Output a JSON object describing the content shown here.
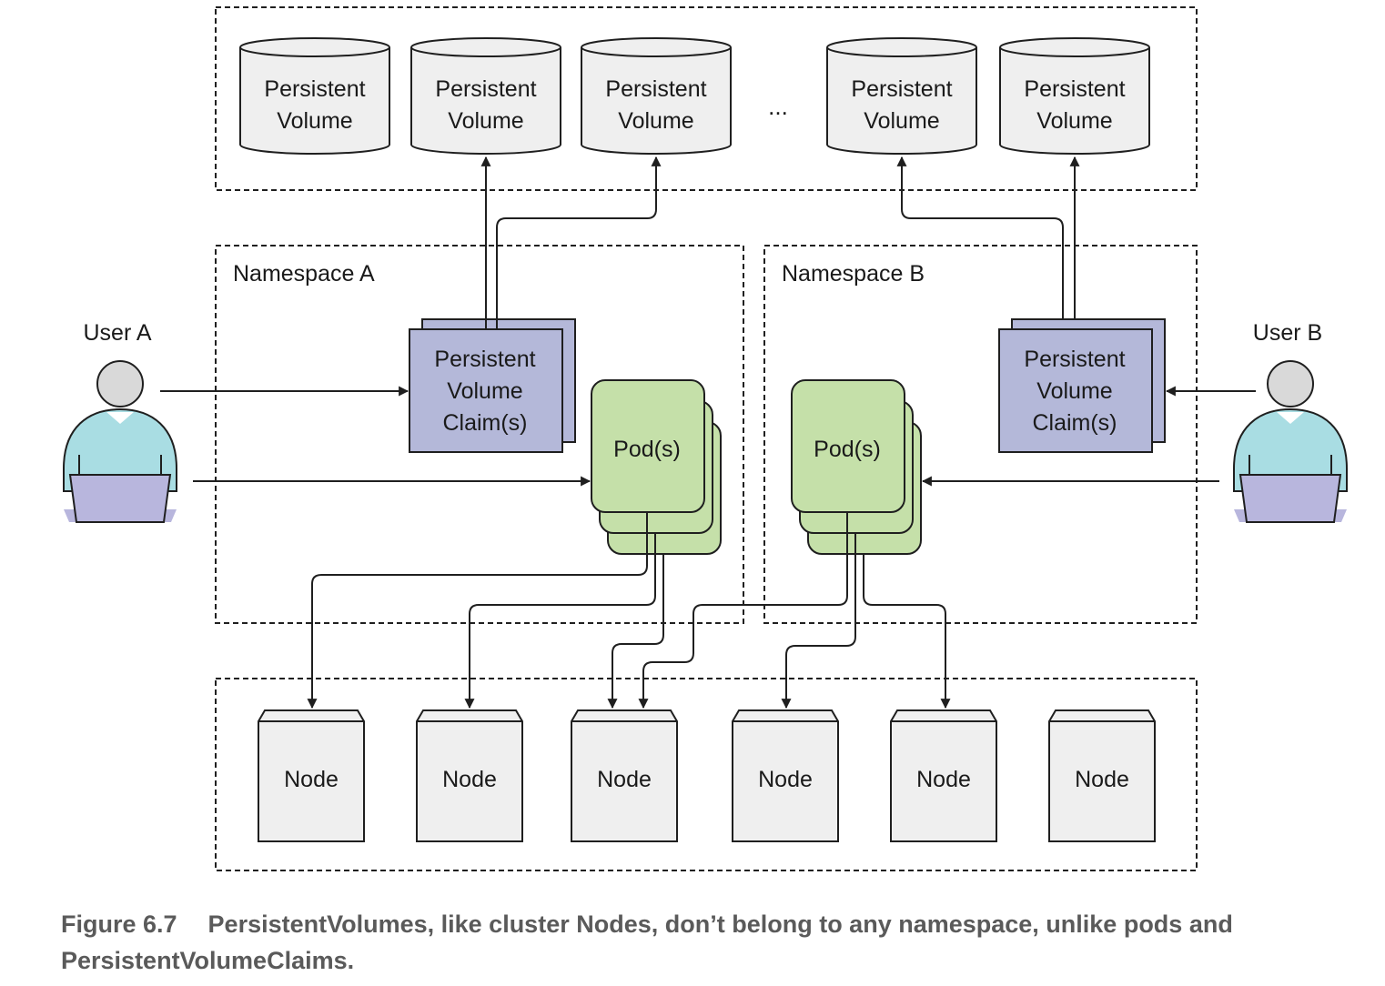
{
  "colors": {
    "volume_fill": "#efefef",
    "pvc_fill": "#b4b8d9",
    "pod_fill": "#c5e0a9",
    "node_fill": "#efefef",
    "user_body": "#a9dde3",
    "user_head": "#d9d9d9",
    "laptop": "#b8b6dd",
    "stroke": "#1f1f1f"
  },
  "volumes": {
    "line1": "Persistent",
    "line2": "Volume",
    "ellipsis": "..."
  },
  "namespaces": {
    "a": {
      "label": "Namespace A"
    },
    "b": {
      "label": "Namespace B"
    }
  },
  "users": {
    "a": {
      "label": "User A",
      "icon": "user-laptop-icon"
    },
    "b": {
      "label": "User B",
      "icon": "user-laptop-icon"
    }
  },
  "pvc": {
    "line1": "Persistent",
    "line2": "Volume",
    "line3": "Claim(s)"
  },
  "pod": {
    "label": "Pod(s)"
  },
  "node": {
    "label": "Node"
  },
  "caption": {
    "figure_number": "Figure 6.7",
    "text": "PersistentVolumes, like cluster Nodes, don’t belong to any namespace, unlike pods and PersistentVolumeClaims."
  }
}
